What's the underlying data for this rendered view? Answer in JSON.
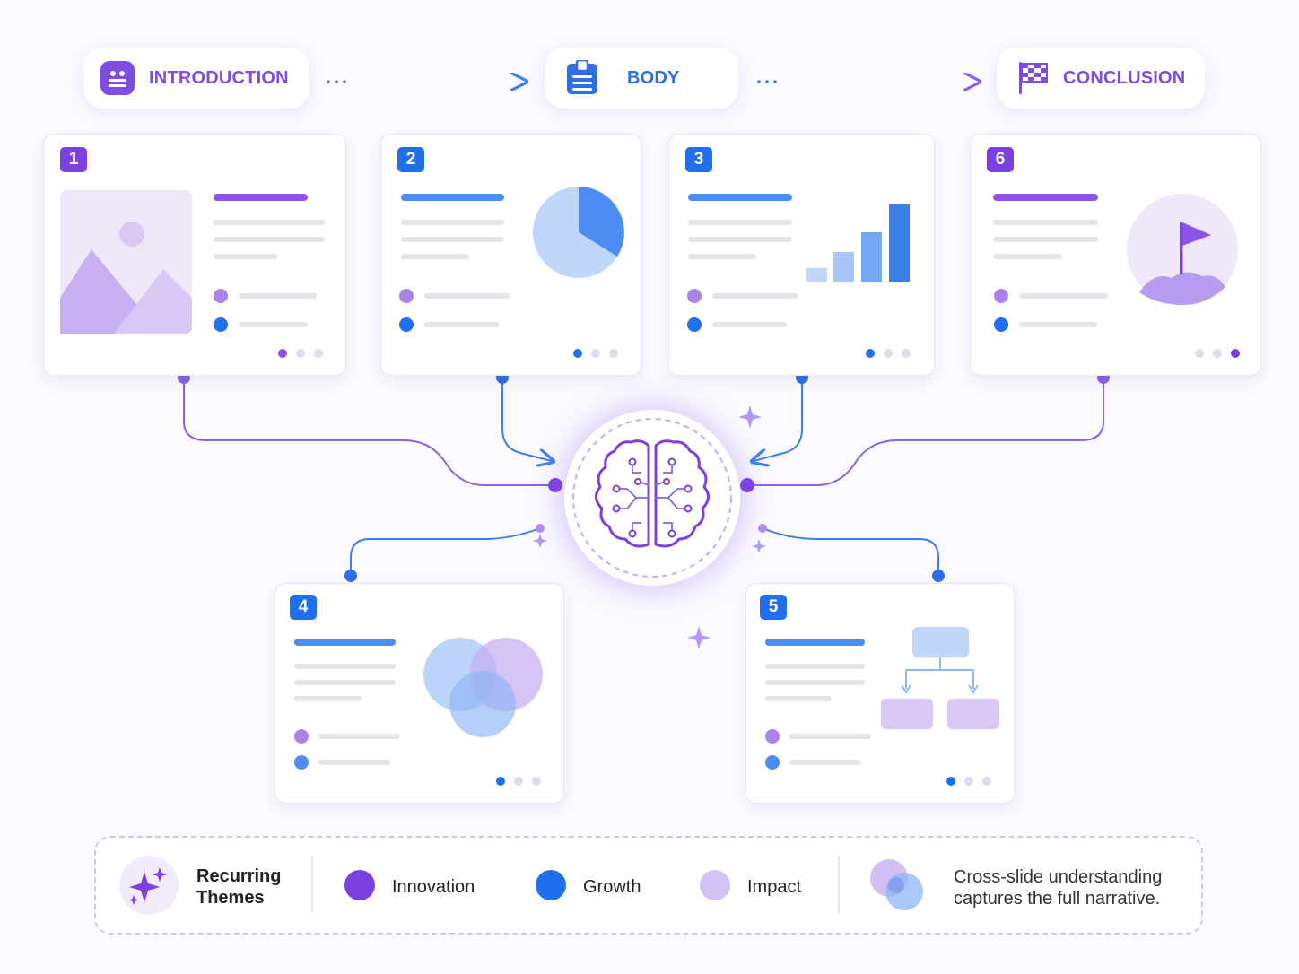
{
  "stages": [
    {
      "label": "INTRODUCTION",
      "icon": "presentation-icon",
      "color": "#7c4ddf"
    },
    {
      "label": "BODY",
      "icon": "document-icon",
      "color": "#2f6ee6"
    },
    {
      "label": "CONCLUSION",
      "icon": "checkered-flag-icon",
      "color": "#7c4ddf"
    }
  ],
  "slides": [
    {
      "number": "1",
      "graphic": "image-placeholder-icon",
      "active_page": 1
    },
    {
      "number": "2",
      "graphic": "pie-chart-icon",
      "active_page": 1
    },
    {
      "number": "3",
      "graphic": "bar-chart-icon",
      "active_page": 1
    },
    {
      "number": "4",
      "graphic": "venn-diagram-icon",
      "active_page": 1
    },
    {
      "number": "5",
      "graphic": "flowchart-icon",
      "active_page": 1
    },
    {
      "number": "6",
      "graphic": "flag-on-hill-icon",
      "active_page": 3
    }
  ],
  "hub": {
    "icon": "brain-circuit-icon"
  },
  "legend": {
    "title_line1": "Recurring",
    "title_line2": "Themes",
    "items": [
      {
        "label": "Innovation",
        "color": "#7c3fe0"
      },
      {
        "label": "Growth",
        "color": "#1f6fef"
      },
      {
        "label": "Impact",
        "color": "#d2c2f5"
      }
    ],
    "note_line1": "Cross-slide understanding",
    "note_line2": "captures the full narrative."
  },
  "colors": {
    "purple": "#7c4ddf",
    "blue": "#2f6ee6",
    "light_purple": "#c9b8f2",
    "light_blue": "#a9c3f7"
  }
}
